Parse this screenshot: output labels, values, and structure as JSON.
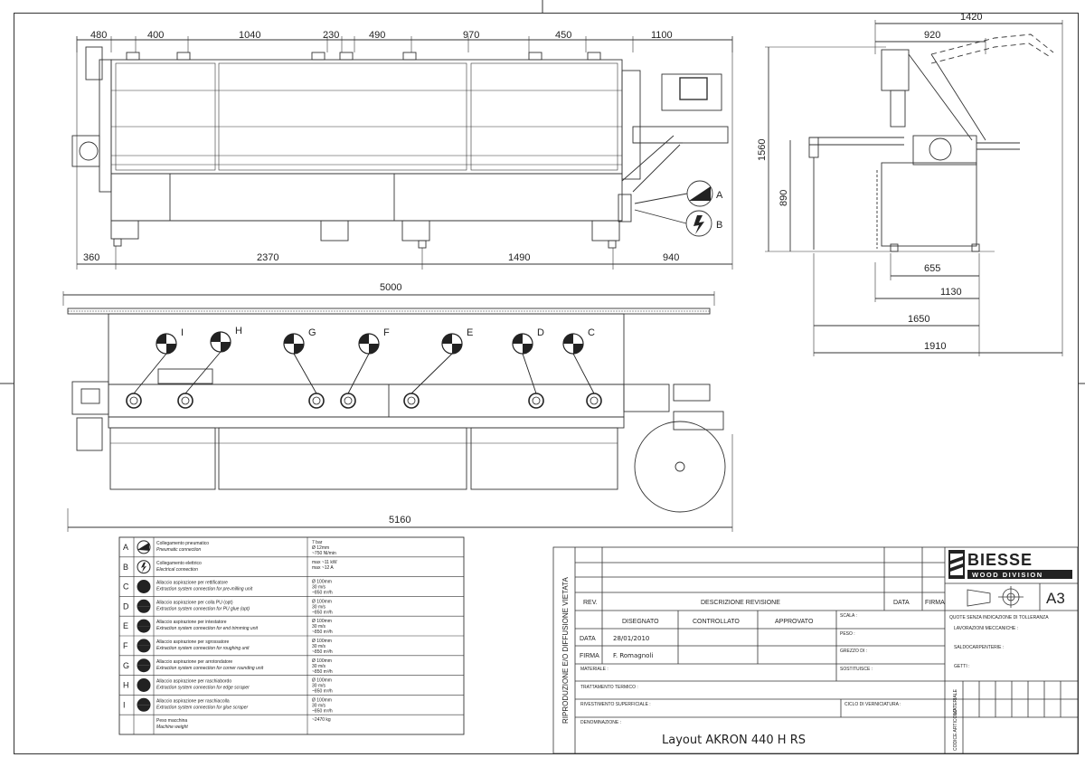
{
  "dimensions": {
    "top_segments": [
      "480",
      "400",
      "1040",
      "230",
      "490",
      "970",
      "450",
      "1100"
    ],
    "bottom_segments": [
      "360",
      "2370",
      "1490",
      "940"
    ],
    "plan_overall": "5000",
    "plan_total": "5160",
    "side_top": [
      "1420",
      "920"
    ],
    "side_heights": [
      "1560",
      "890"
    ],
    "side_bottom": [
      "655",
      "1130",
      "1650",
      "1910"
    ]
  },
  "side_connections": [
    "A",
    "B"
  ],
  "plan_units": [
    "I",
    "H",
    "G",
    "F",
    "E",
    "D",
    "C"
  ],
  "legend": [
    {
      "key": "A",
      "it": "Collegamento pneumatico",
      "en": "Pneumatic connection",
      "spec": [
        "7 bar",
        "Ø 12mm",
        "~750 Nl/min"
      ]
    },
    {
      "key": "B",
      "it": "Collegamento elettrico",
      "en": "Electrical connection",
      "spec": [
        "max ~11 kW",
        "max ~12 A"
      ]
    },
    {
      "key": "C",
      "it": "Allaccio aspirazione per rettificatore",
      "en": "Extraction system connection for pre-milling unit",
      "spec": [
        "Ø 100mm",
        "30 m/s",
        "~850 m³/h"
      ]
    },
    {
      "key": "D",
      "it": "Allaccio aspirazione per colla PU (opt)",
      "en": "Extraction system connection for PU glue (opt)",
      "spec": [
        "Ø 100mm",
        "30 m/s",
        "~850 m³/h"
      ]
    },
    {
      "key": "E",
      "it": "Allaccio aspirazione per intestatore",
      "en": "Extraction system connection for end trimming unit",
      "spec": [
        "Ø 100mm",
        "30 m/s",
        "~850 m³/h"
      ]
    },
    {
      "key": "F",
      "it": "Allaccio aspirazione per sgrossatore",
      "en": "Extraction system connection for roughing unit",
      "spec": [
        "Ø 100mm",
        "30 m/s",
        "~850 m³/h"
      ]
    },
    {
      "key": "G",
      "it": "Allaccio aspirazione per arrotondatore",
      "en": "Extraction system connection for corner rounding unit",
      "spec": [
        "Ø 100mm",
        "30 m/s",
        "~850 m³/h"
      ]
    },
    {
      "key": "H",
      "it": "Allaccio aspirazione per raschiabordo",
      "en": "Extraction system connection for edge scraper",
      "spec": [
        "Ø 100mm",
        "30 m/s",
        "~850 m³/h"
      ]
    },
    {
      "key": "I",
      "it": "Allaccio aspirazione per raschiacolla",
      "en": "Extraction system connection for glue scraper",
      "spec": [
        "Ø 100mm",
        "30 m/s",
        "~850 m³/h"
      ]
    },
    {
      "key": "",
      "it": "Peso macchina",
      "en": "Machine weight",
      "spec": [
        "~2470 kg"
      ]
    }
  ],
  "title_block": {
    "vertical_notice": "RIPRODUZIONE E/O DIFFUSIONE VIETATA",
    "rev_label": "REV.",
    "revision_desc_label": "DESCRIZIONE REVISIONE",
    "data_label": "DATA",
    "firma_label": "FIRMA",
    "disegnato_label": "DISEGNATO",
    "controllato_label": "CONTROLLATO",
    "approvato_label": "APPROVATO",
    "data_row_label": "DATA",
    "firma_row_label": "FIRMA",
    "date_value": "28/01/2010",
    "author_value": "F. Romagnoli",
    "materiale_label": "MATERIALE :",
    "trattamento_label": "TRATTAMENTO TERMICO :",
    "rivestimento_label": "RIVESTIMENTO SUPERFICIALE :",
    "ciclo_label": "CICLO DI VERNICIATURA :",
    "denominazione_label": "DENOMINAZIONE :",
    "title_value": "Layout AKRON 440 H RS",
    "scala_label": "SCALA :",
    "peso_label": "PESO :",
    "grezzo_label": "GREZZO DI :",
    "sostituisce_label": "SOSTITUISCE :",
    "brand_name": "BIESSE",
    "brand_sub": "WOOD DIVISION",
    "sheet_format": "A3",
    "tolerance_title": "QUOTE SENZA INDICAZIONE DI TOLLERANZA",
    "tolerance_items": [
      "LAVORAZIONI MECCANICHE :",
      "SALDOCARPENTERIE :",
      "GETTI :"
    ],
    "side_code_1": "MATERIALE",
    "side_code_2": "CODICE ARTICOLO"
  }
}
